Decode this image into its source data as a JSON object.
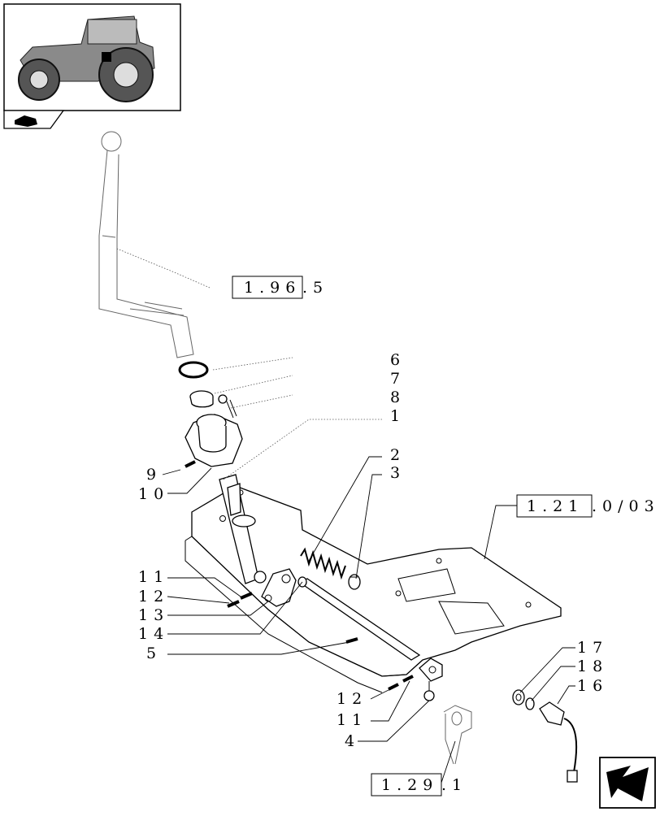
{
  "labels": {
    "ref_1_96_5": {
      "boxed": "1.96",
      "rest": ".5"
    },
    "ref_1_21": {
      "boxed": "1.21",
      "rest": ".0/03"
    },
    "ref_1_29": {
      "boxed": "1.29",
      "rest": ".1"
    },
    "p1": "1",
    "p2": "2",
    "p3": "3",
    "p4": "4",
    "p5": "5",
    "p6": "6",
    "p7": "7",
    "p8": "8",
    "p9": "9",
    "p10": "10",
    "p11a": "11",
    "p12a": "12",
    "p13": "13",
    "p14": "14",
    "p12b": "12",
    "p11b": "11",
    "p16": "16",
    "p17": "17",
    "p18": "18"
  },
  "icons": {
    "thumbnail": "tractor-thumbnail",
    "section_tag": "section-tag-icon",
    "nav": "previous-page-arrow-icon"
  }
}
